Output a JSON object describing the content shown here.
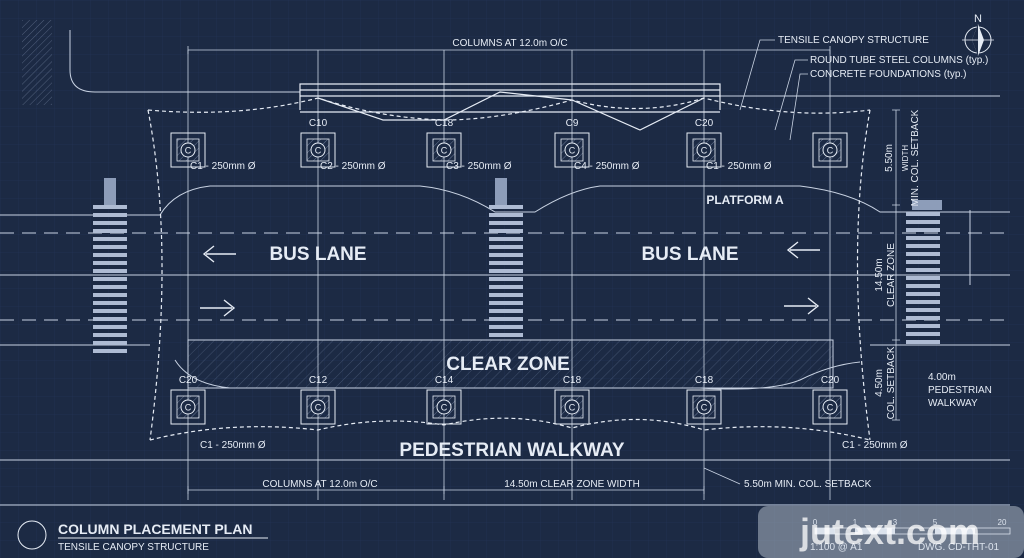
{
  "top_dimension": "COLUMNS AT 12.0m O/C",
  "callouts": [
    "TENSILE CANOPY STRUCTURE",
    "ROUND TUBE STEEL COLUMNS (typ.)",
    "CONCRETE FOUNDATIONS (typ.)"
  ],
  "north_label": "N",
  "top_columns": [
    {
      "tag": "",
      "desc": "C1 - 250mm Ø"
    },
    {
      "tag": "C10",
      "desc": "C2 - 250mm Ø"
    },
    {
      "tag": "C18",
      "desc": "C3 - 250mm Ø"
    },
    {
      "tag": "C9",
      "desc": "C4 - 250mm Ø"
    },
    {
      "tag": "C20",
      "desc": "C1 - 250mm Ø"
    },
    {
      "tag": "",
      "desc": ""
    }
  ],
  "bottom_columns": [
    {
      "tag": "C20",
      "desc": "C1 - 250mm Ø"
    },
    {
      "tag": "C12",
      "desc": ""
    },
    {
      "tag": "C14",
      "desc": ""
    },
    {
      "tag": "C18",
      "desc": ""
    },
    {
      "tag": "C18",
      "desc": ""
    },
    {
      "tag": "C20",
      "desc": "C1 - 250mm Ø"
    }
  ],
  "column_symbol": "C",
  "platform_label": "PLATFORM A",
  "bus_lane_left": "BUS LANE",
  "bus_lane_right": "BUS LANE",
  "clear_zone": "CLEAR ZONE",
  "pedestrian_walkway": "PEDESTRIAN WALKWAY",
  "right_dims": {
    "setback_top": [
      "5.50m",
      "WIDTH",
      "MIN. COL. SETBACK"
    ],
    "clear_zone": [
      "14.50m",
      "CLEAR ZONE"
    ],
    "col_setback": [
      "4.50m",
      "COL. SETBACK"
    ],
    "walkway": [
      "4.00m",
      "PEDESTRIAN",
      "WALKWAY"
    ]
  },
  "bottom_dims": [
    "COLUMNS AT 12.0m O/C",
    "14.50m CLEAR ZONE WIDTH",
    "5.50m MIN. COL. SETBACK"
  ],
  "title": "COLUMN PLACEMENT PLAN",
  "subtitle": "TENSILE CANOPY STRUCTURE",
  "scale_ticks": [
    "0",
    "1",
    "3",
    "5",
    "20"
  ],
  "scale_label": "1:100 @ A1",
  "drawing_no": "DWG. CD-THT-01",
  "watermark": "jutext.com"
}
